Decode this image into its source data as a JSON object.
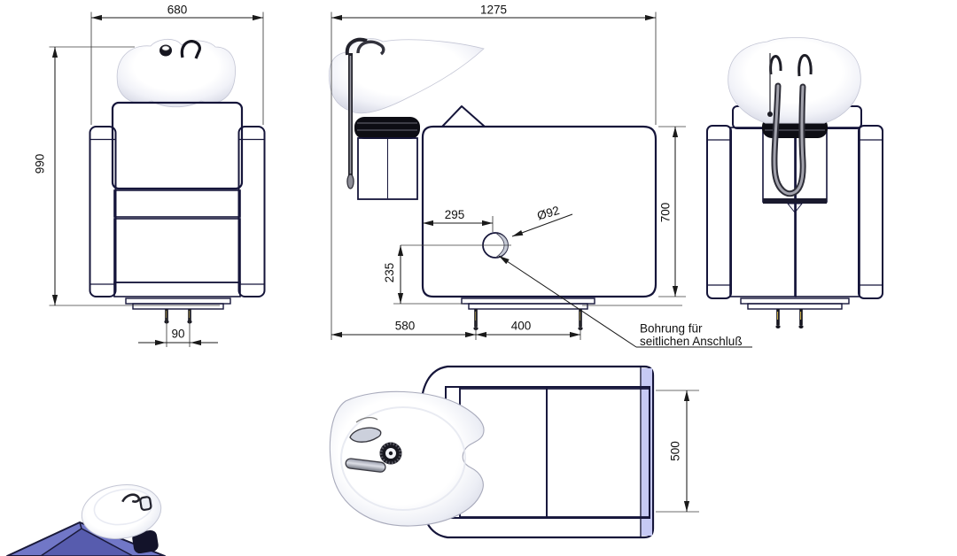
{
  "drawing": {
    "kind": "technical-orthographic-drawing",
    "subject": "salon backwash shampoo unit with washbasin"
  },
  "dimensions": {
    "front": {
      "width": "680",
      "height": "990",
      "feet_spacing": "90"
    },
    "side": {
      "length": "1275",
      "hole_offset_x": "295",
      "hole_diameter": "Ø92",
      "hole_offset_y": "235",
      "edge_to_front_foot": "580",
      "foot_spacing": "400",
      "body_height": "700"
    },
    "top": {
      "seat_width": "500"
    }
  },
  "note": {
    "line1": "Bohrung für",
    "line2": "seitlichen Anschluß"
  },
  "colors": {
    "body": "#b5b9ee",
    "body_light": "#c3c6f2",
    "body_dark": "#5c61b7",
    "panel_shadow": "#878cd2",
    "outline": "#15153a",
    "dimension_line": "#1a1a1a",
    "basin": "#ffffff",
    "background": "#ffffff"
  }
}
